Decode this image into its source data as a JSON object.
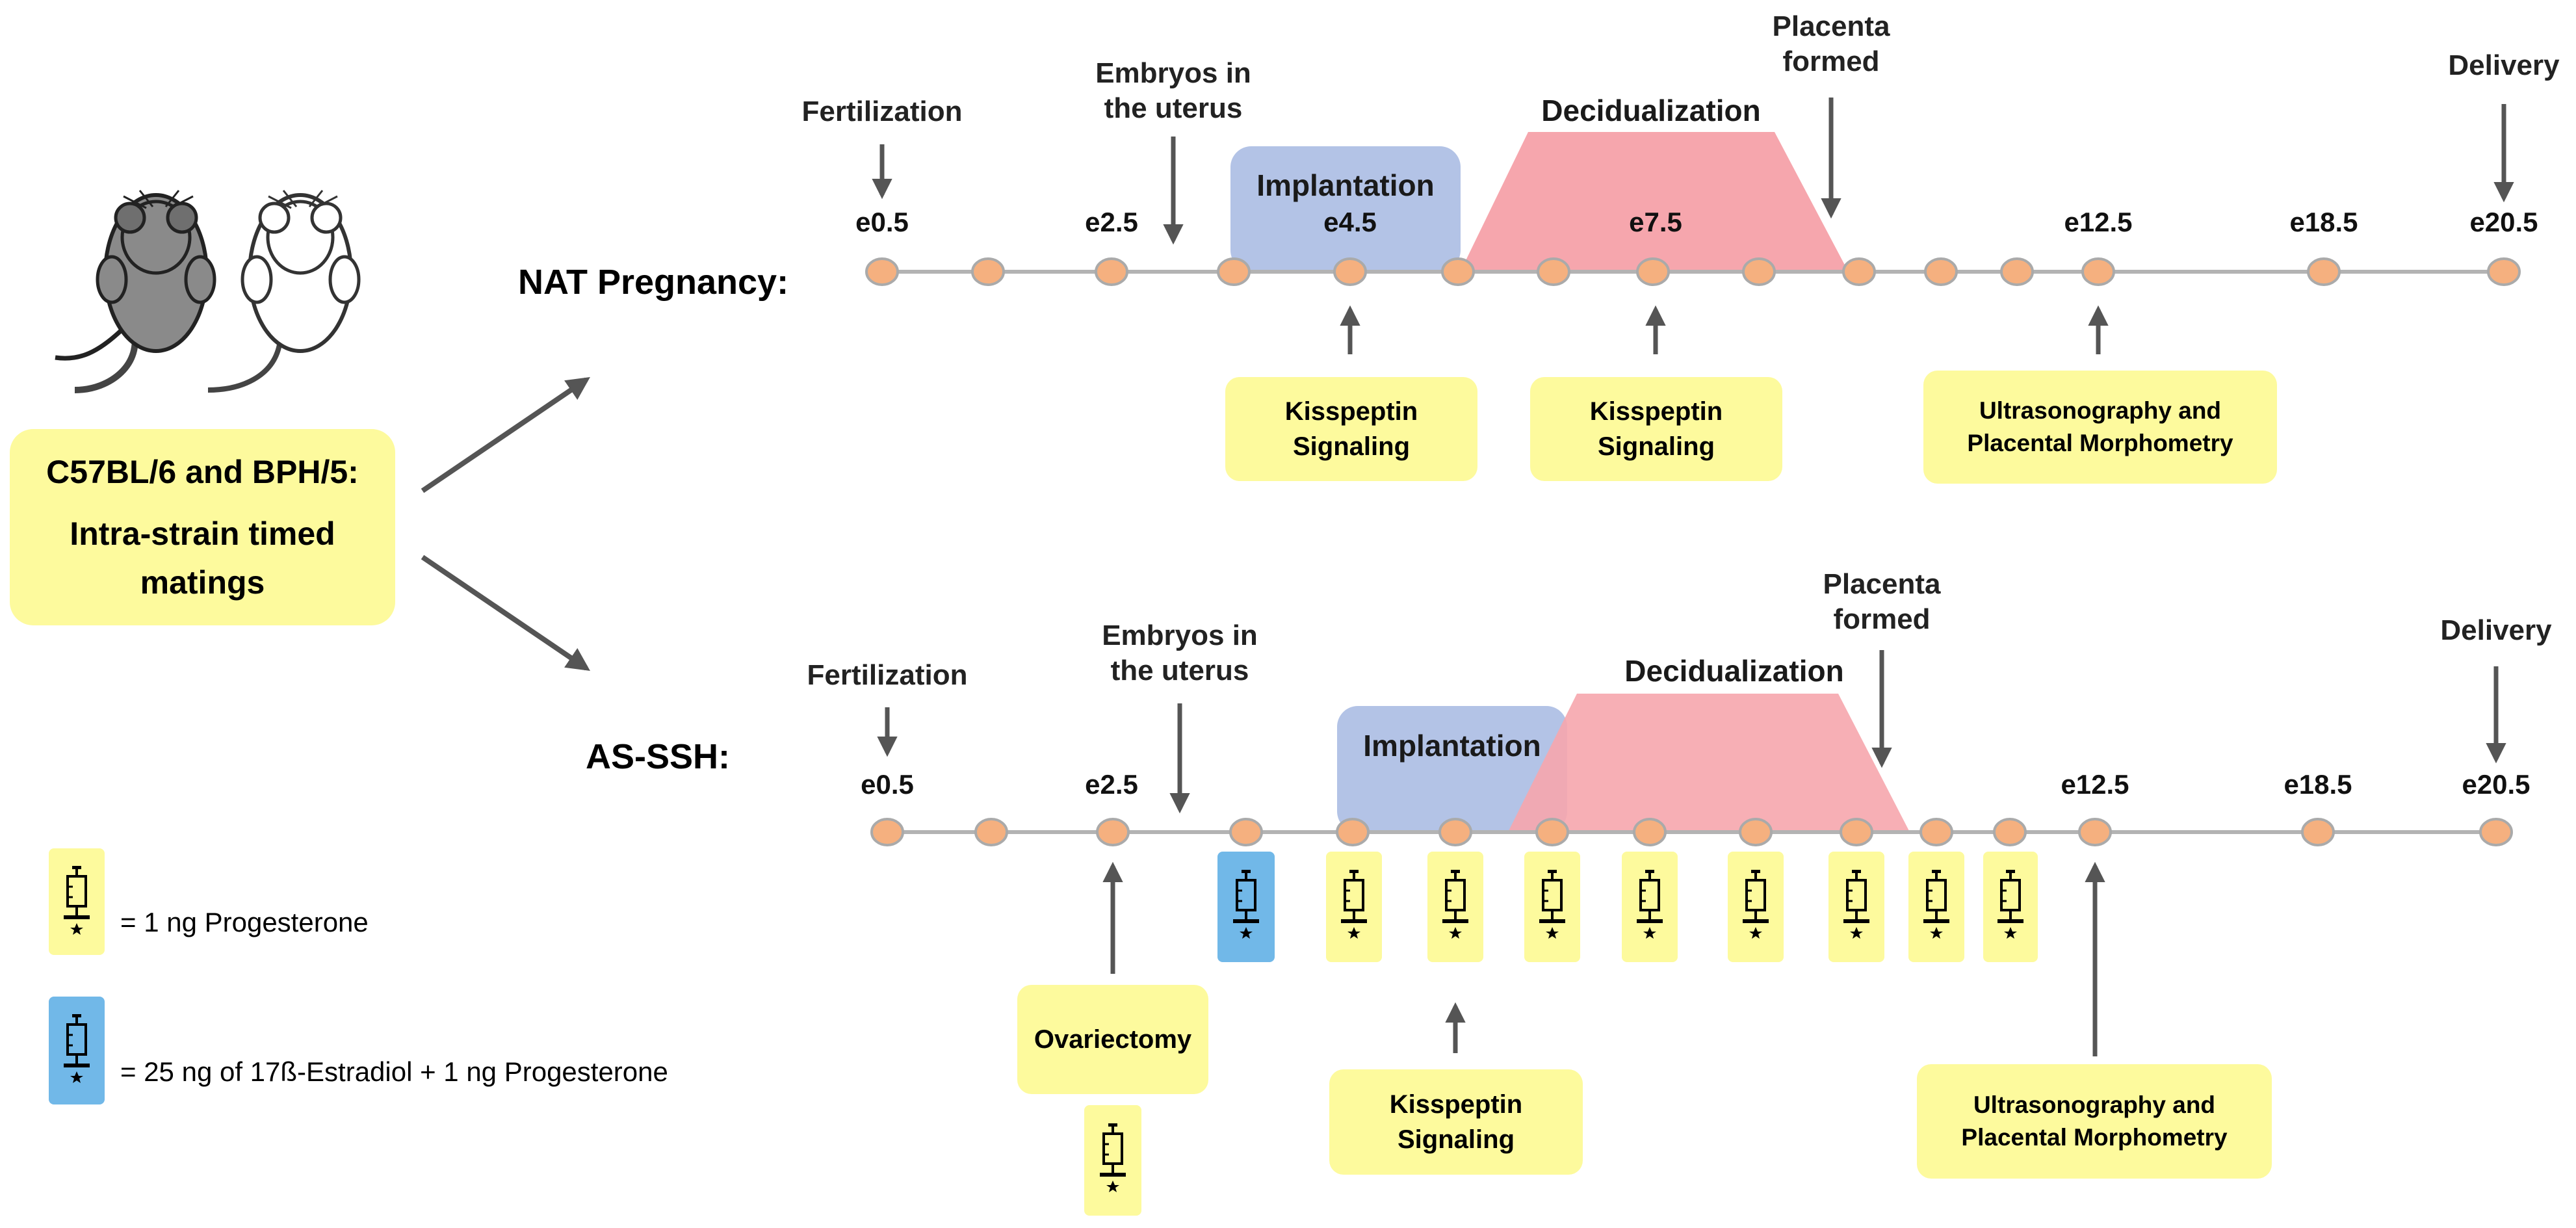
{
  "left_panel": {
    "strain_title": "C57BL/6 and BPH/5:",
    "strain_desc_1": "Intra-strain timed",
    "strain_desc_2": "matings",
    "mice_icon": "mouse-pair-icon"
  },
  "legend": {
    "yellow_syringe": "= 1 ng Progesterone",
    "blue_syringe": "= 25 ng of 17ß-Estradiol + 1 ng Progesterone",
    "syringe_icon": "syringe-icon"
  },
  "colors": {
    "node_fill": "#f5b07f",
    "node_stroke": "#aaaaaa",
    "timeline": "#b3b3b3",
    "implantation": "#b3c3e6",
    "decidualization": "#f6a6ad",
    "callout": "#fdfa9d",
    "blue_syringe_bg": "#71b8e8",
    "arrow": "#555555"
  },
  "nat": {
    "track_label": "NAT Pregnancy:",
    "fertilization": "Fertilization",
    "embryos_1": "Embryos in",
    "embryos_2": "the uterus",
    "implantation": "Implantation",
    "decidualization": "Decidualization",
    "placenta_1": "Placenta",
    "placenta_2": "formed",
    "delivery": "Delivery",
    "timepoints": [
      "e0.5",
      "e2.5",
      "e4.5",
      "e7.5",
      "e12.5",
      "e18.5",
      "e20.5"
    ],
    "kiss1_a": "Kisspeptin",
    "kiss1_b": "Signaling",
    "kiss2_a": "Kisspeptin",
    "kiss2_b": "Signaling",
    "us_a": "Ultrasonography and",
    "us_b": "Placental Morphometry"
  },
  "ssh": {
    "track_label": "AS-SSH:",
    "fertilization": "Fertilization",
    "embryos_1": "Embryos in",
    "embryos_2": "the uterus",
    "implantation": "Implantation",
    "decidualization": "Decidualization",
    "placenta_1": "Placenta",
    "placenta_2": "formed",
    "delivery": "Delivery",
    "timepoints": [
      "e0.5",
      "e2.5",
      "e12.5",
      "e18.5",
      "e20.5"
    ],
    "ovariectomy": "Ovariectomy",
    "kiss_a": "Kisspeptin",
    "kiss_b": "Signaling",
    "us_a": "Ultrasonography and",
    "us_b": "Placental Morphometry"
  }
}
